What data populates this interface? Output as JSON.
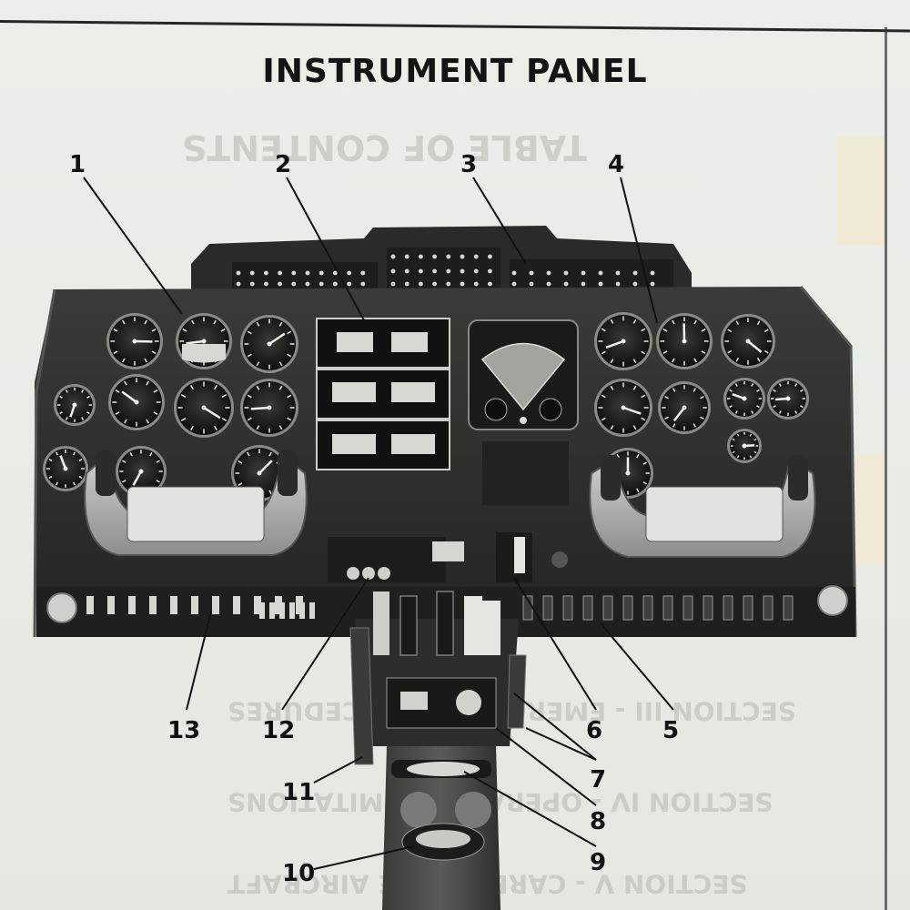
{
  "title": "INSTRUMENT PANEL",
  "callouts": [
    "1",
    "2",
    "3",
    "4",
    "5",
    "6",
    "7",
    "8",
    "9",
    "10",
    "11",
    "12",
    "13"
  ],
  "show_through": {
    "heading": "TABLE OF CONTENTS",
    "lines": [
      "SECTION III - EMERGENCY PROCEDURES",
      "SECTION IV - OPERATING LIMITATIONS",
      "SECTION V - CARE OF THE AIRCRAFT"
    ]
  },
  "colors": {
    "paper": "#eceee9",
    "ink": "#141414",
    "panel": "#2b2c2a"
  }
}
